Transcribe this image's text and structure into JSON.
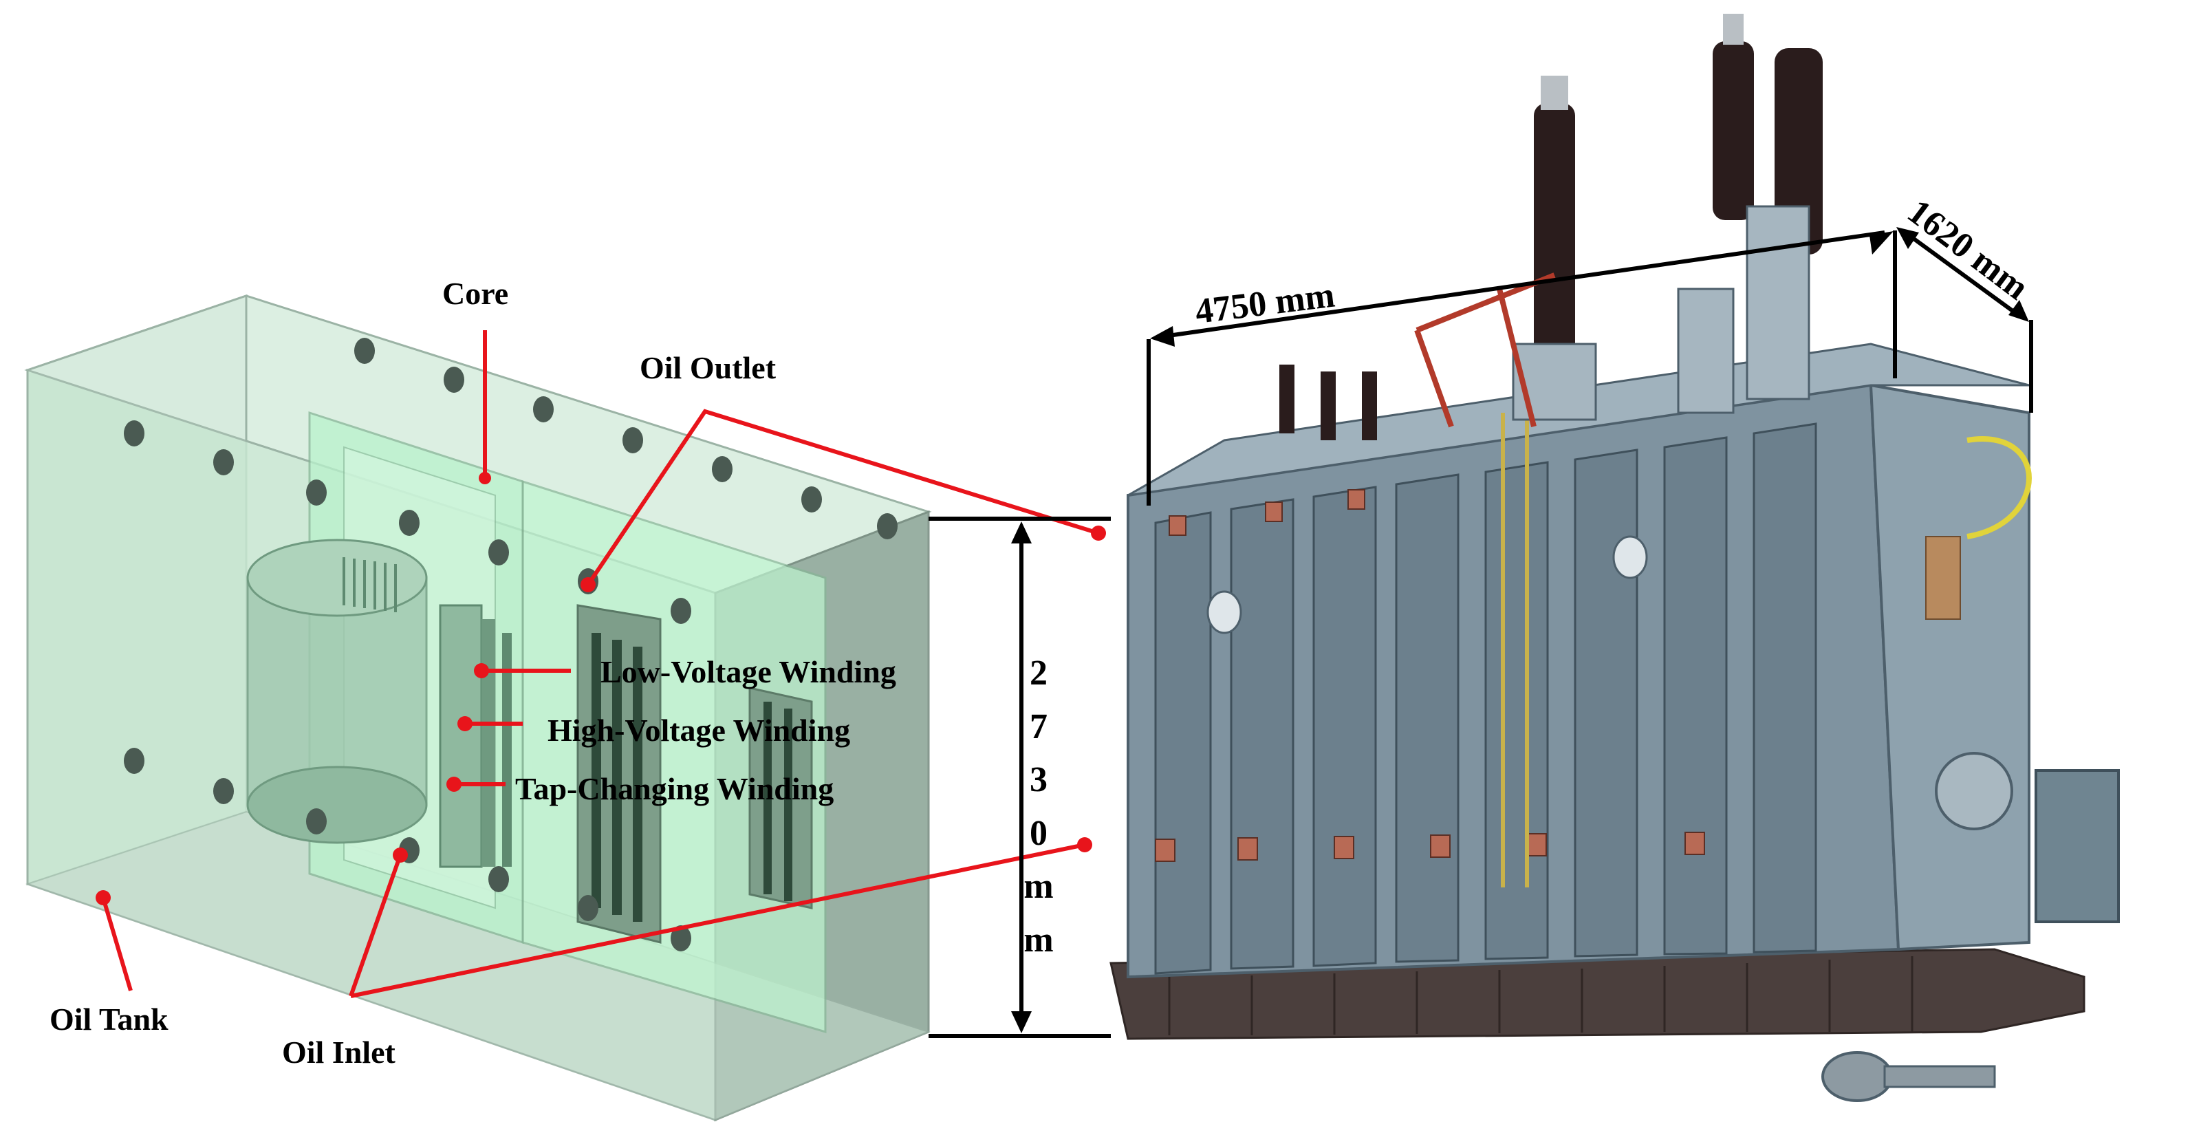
{
  "labels": {
    "core": "Core",
    "oil_outlet": "Oil Outlet",
    "low_voltage_winding": "Low-Voltage Winding",
    "high_voltage_winding": "High-Voltage Winding",
    "tap_changing_winding": "Tap-Changing Winding",
    "oil_tank": "Oil Tank",
    "oil_inlet": "Oil Inlet"
  },
  "dimensions": {
    "length": "4750 mm",
    "width": "1620 mm",
    "height_chars": [
      "2",
      "7",
      "3",
      "0",
      "m",
      "m"
    ]
  },
  "colors": {
    "leader": "#e8141b",
    "tank_fill": "#cfe8d6",
    "tank_fill_dark": "#8fa89a",
    "core_fill": "#b7f0c8",
    "hole": "#4a5a52",
    "transformer_body": "#7f93a0",
    "transformer_dark": "#4d5f6b",
    "bushing": "#2a1c1c",
    "dimension": "#000000"
  }
}
